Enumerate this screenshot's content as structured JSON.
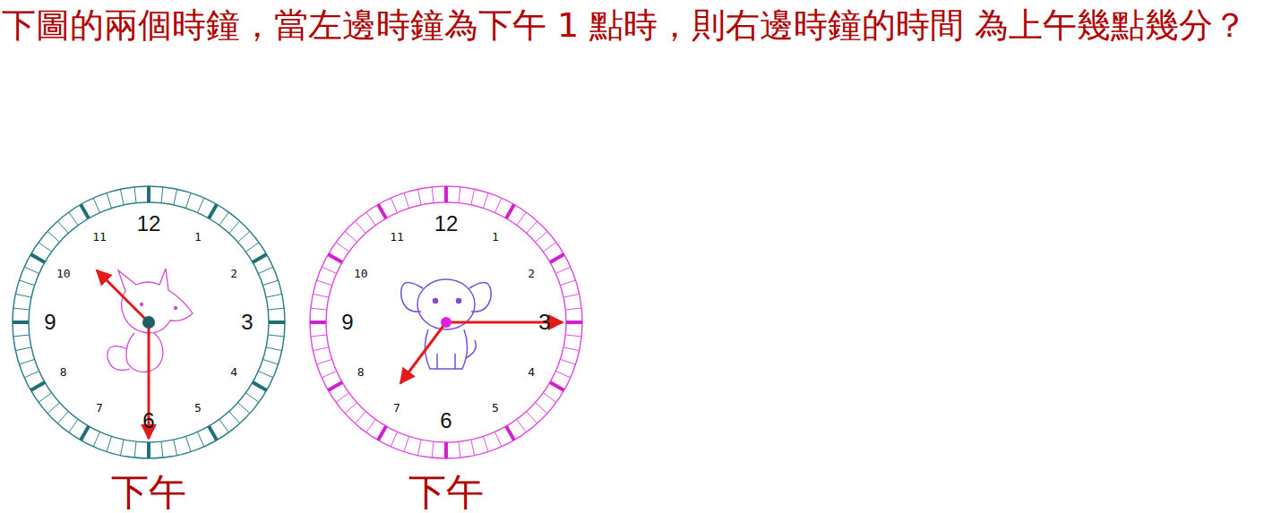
{
  "diagram": {
    "title": "下圖的兩個時鐘，當左邊時鐘為下午 1 點時，則右邊時鐘的時間 為上午幾點幾分？",
    "nodes": [
      {
        "text": [
          "12",
          "1",
          "2",
          "3",
          "4",
          "5",
          "6",
          "7",
          "8",
          "9",
          "10",
          "11",
          "下午"
        ]
      },
      {
        "text": [
          "12",
          "1",
          "2",
          "3",
          "4",
          "5",
          "6",
          "7",
          "8",
          "9",
          "10",
          "11",
          "下午"
        ]
      }
    ]
  }
}
